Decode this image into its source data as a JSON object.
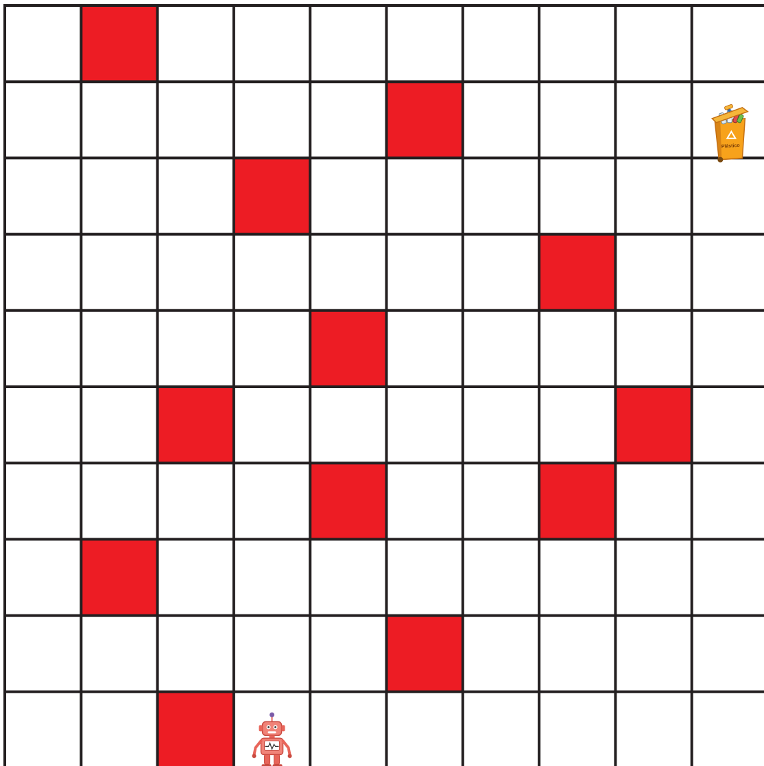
{
  "grid": {
    "rows": 10,
    "cols": 10,
    "colors": {
      "empty": "#ffffff",
      "blocked": "#ed1c24",
      "line": "#231f20"
    },
    "blocked_cells": [
      [
        0,
        1
      ],
      [
        1,
        5
      ],
      [
        2,
        3
      ],
      [
        3,
        7
      ],
      [
        4,
        4
      ],
      [
        5,
        2
      ],
      [
        5,
        8
      ],
      [
        6,
        4
      ],
      [
        6,
        7
      ],
      [
        7,
        1
      ],
      [
        8,
        5
      ],
      [
        9,
        2
      ]
    ]
  },
  "robot": {
    "icon": "robot-icon",
    "row": 9,
    "col": 3
  },
  "goal": {
    "icon": "recycling-bin-icon",
    "row": 1,
    "col": 9,
    "label": "Plástico",
    "colors": {
      "body": "#f7a21b",
      "lid": "#f5b73b",
      "dark": "#c46f12"
    }
  }
}
